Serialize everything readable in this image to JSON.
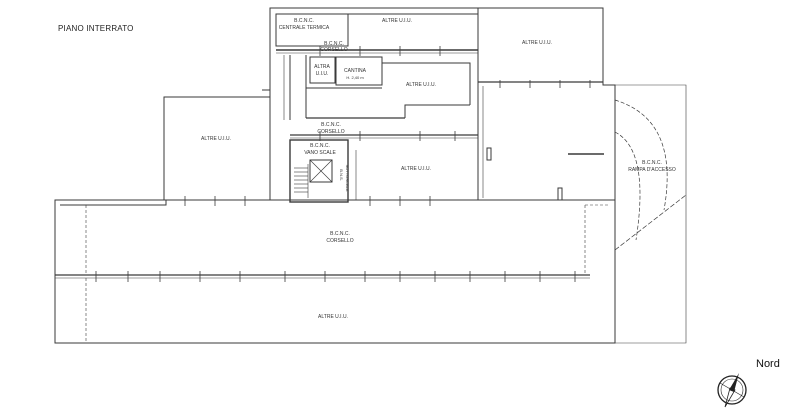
{
  "plan": {
    "title": "PIANO INTERRATO",
    "north_label": "Nord",
    "labels": {
      "bcnc_centrale_1": "B.C.N.C.",
      "bcnc_centrale_2": "CENTRALE TERMICA",
      "altre_top": "ALTRE U.I.U.",
      "bcnc_corsello_top_1": "B.C.N.C.",
      "bcnc_corsello_top_2": "CORSELLO",
      "altre_top_right": "ALTRE U.I.U.",
      "altra_1": "ALTRA",
      "altra_2": "U.I.U.",
      "cantina_1": "CANTINA",
      "cantina_2": "H. 2,40 m",
      "altre_mid": "ALTRE U.I.U.",
      "altre_left": "ALTRE U.I.U.",
      "bcnc_corsello_mid_1": "B.C.N.C.",
      "bcnc_corsello_mid_2": "CORSELLO",
      "bcnc_scale_1": "B.C.N.C.",
      "bcnc_scale_2": "VANO SCALE",
      "bns_1": "B.N.S.",
      "bns_2": "SOTTOSCALA",
      "altre_center": "ALTRE U.I.U.",
      "bcnc_rampa_1": "B.C.N.C.",
      "bcnc_rampa_2": "RAMPA D'ACCESSO",
      "bcnc_corsello_big_1": "B.C.N.C.",
      "bcnc_corsello_big_2": "CORSELLO",
      "altre_bottom": "ALTRE U.I.U."
    }
  }
}
